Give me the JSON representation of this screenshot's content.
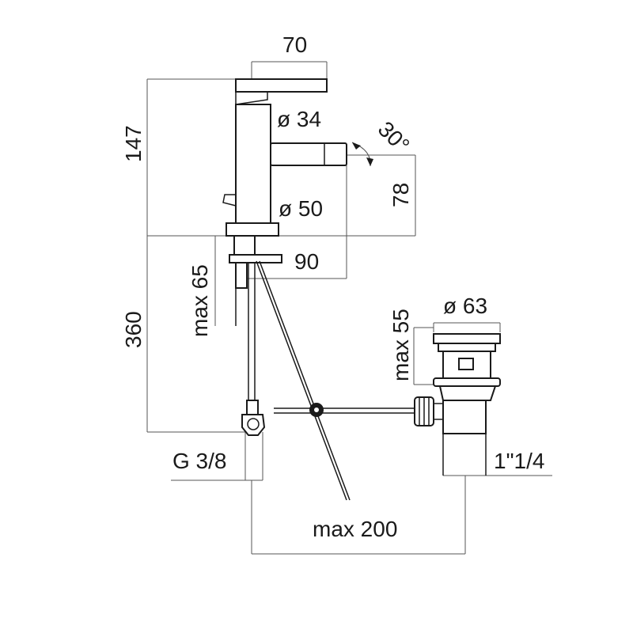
{
  "dimensions": {
    "spout_width": "70",
    "body_diameter": "ø 34",
    "angle": "30°",
    "total_height": "147",
    "spout_height": "78",
    "base_diameter": "ø 50",
    "reach": "90",
    "max_deck": "max 65",
    "hose_length": "360",
    "waste_height": "max 55",
    "waste_diameter": "ø 63",
    "connection_thread": "G 3/8",
    "waste_thread": "1\"1/4",
    "max_distance": "max 200"
  }
}
